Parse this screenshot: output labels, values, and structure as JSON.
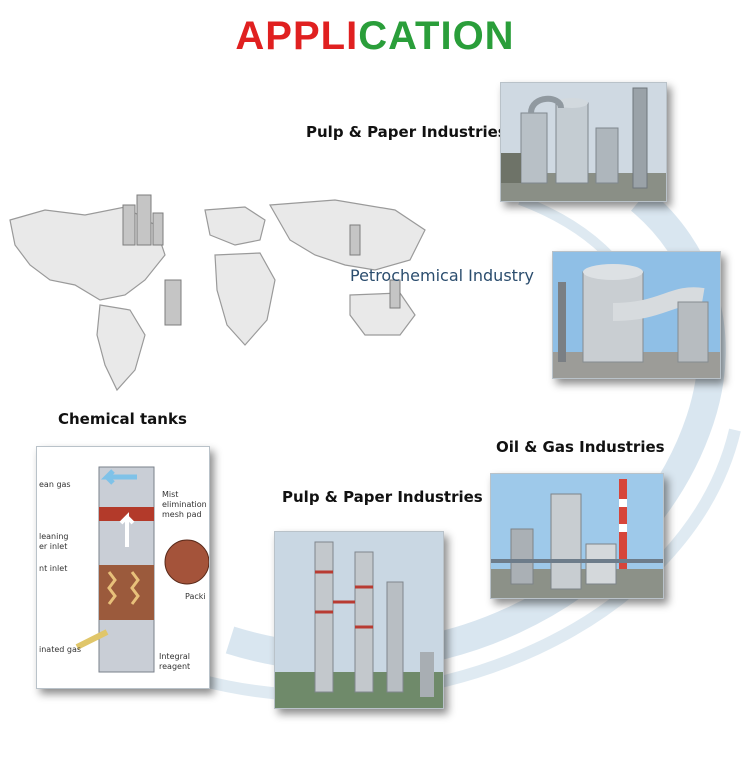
{
  "title": {
    "part1": "APPLI",
    "part2": "CATION",
    "color1": "#e02020",
    "color2": "#2a9e3a"
  },
  "labels": {
    "pulp_paper_top": "Pulp & Paper Industries",
    "petrochemical": "Petrochemical Industry",
    "chemical_tanks": "Chemical tanks",
    "oil_gas": "Oil & Gas Industries",
    "pulp_paper_bottom": "Pulp & Paper Industries"
  },
  "diagram": {
    "clean_gas": "ean gas",
    "mist": "Mist",
    "elimination": "elimination",
    "mesh_pad": "mesh pad",
    "cleaning": "leaning",
    "inlet": "er inlet",
    "nt_inlet": "nt inlet",
    "packing": "Packi",
    "inated_gas": "inated gas",
    "integral": "Integral",
    "reagent": "reagent"
  }
}
